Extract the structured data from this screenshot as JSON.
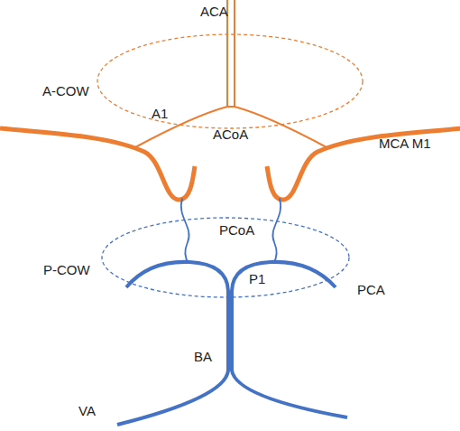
{
  "diagram": {
    "nodes": [
      {
        "text": [
          "A-COW"
        ]
      },
      {
        "text": [
          "P-COW"
        ]
      }
    ],
    "labels": [
      "ACA",
      "A1",
      "ACoA",
      "MCA M1",
      "PCoA",
      "P1",
      "PCA",
      "BA",
      "VA"
    ]
  }
}
